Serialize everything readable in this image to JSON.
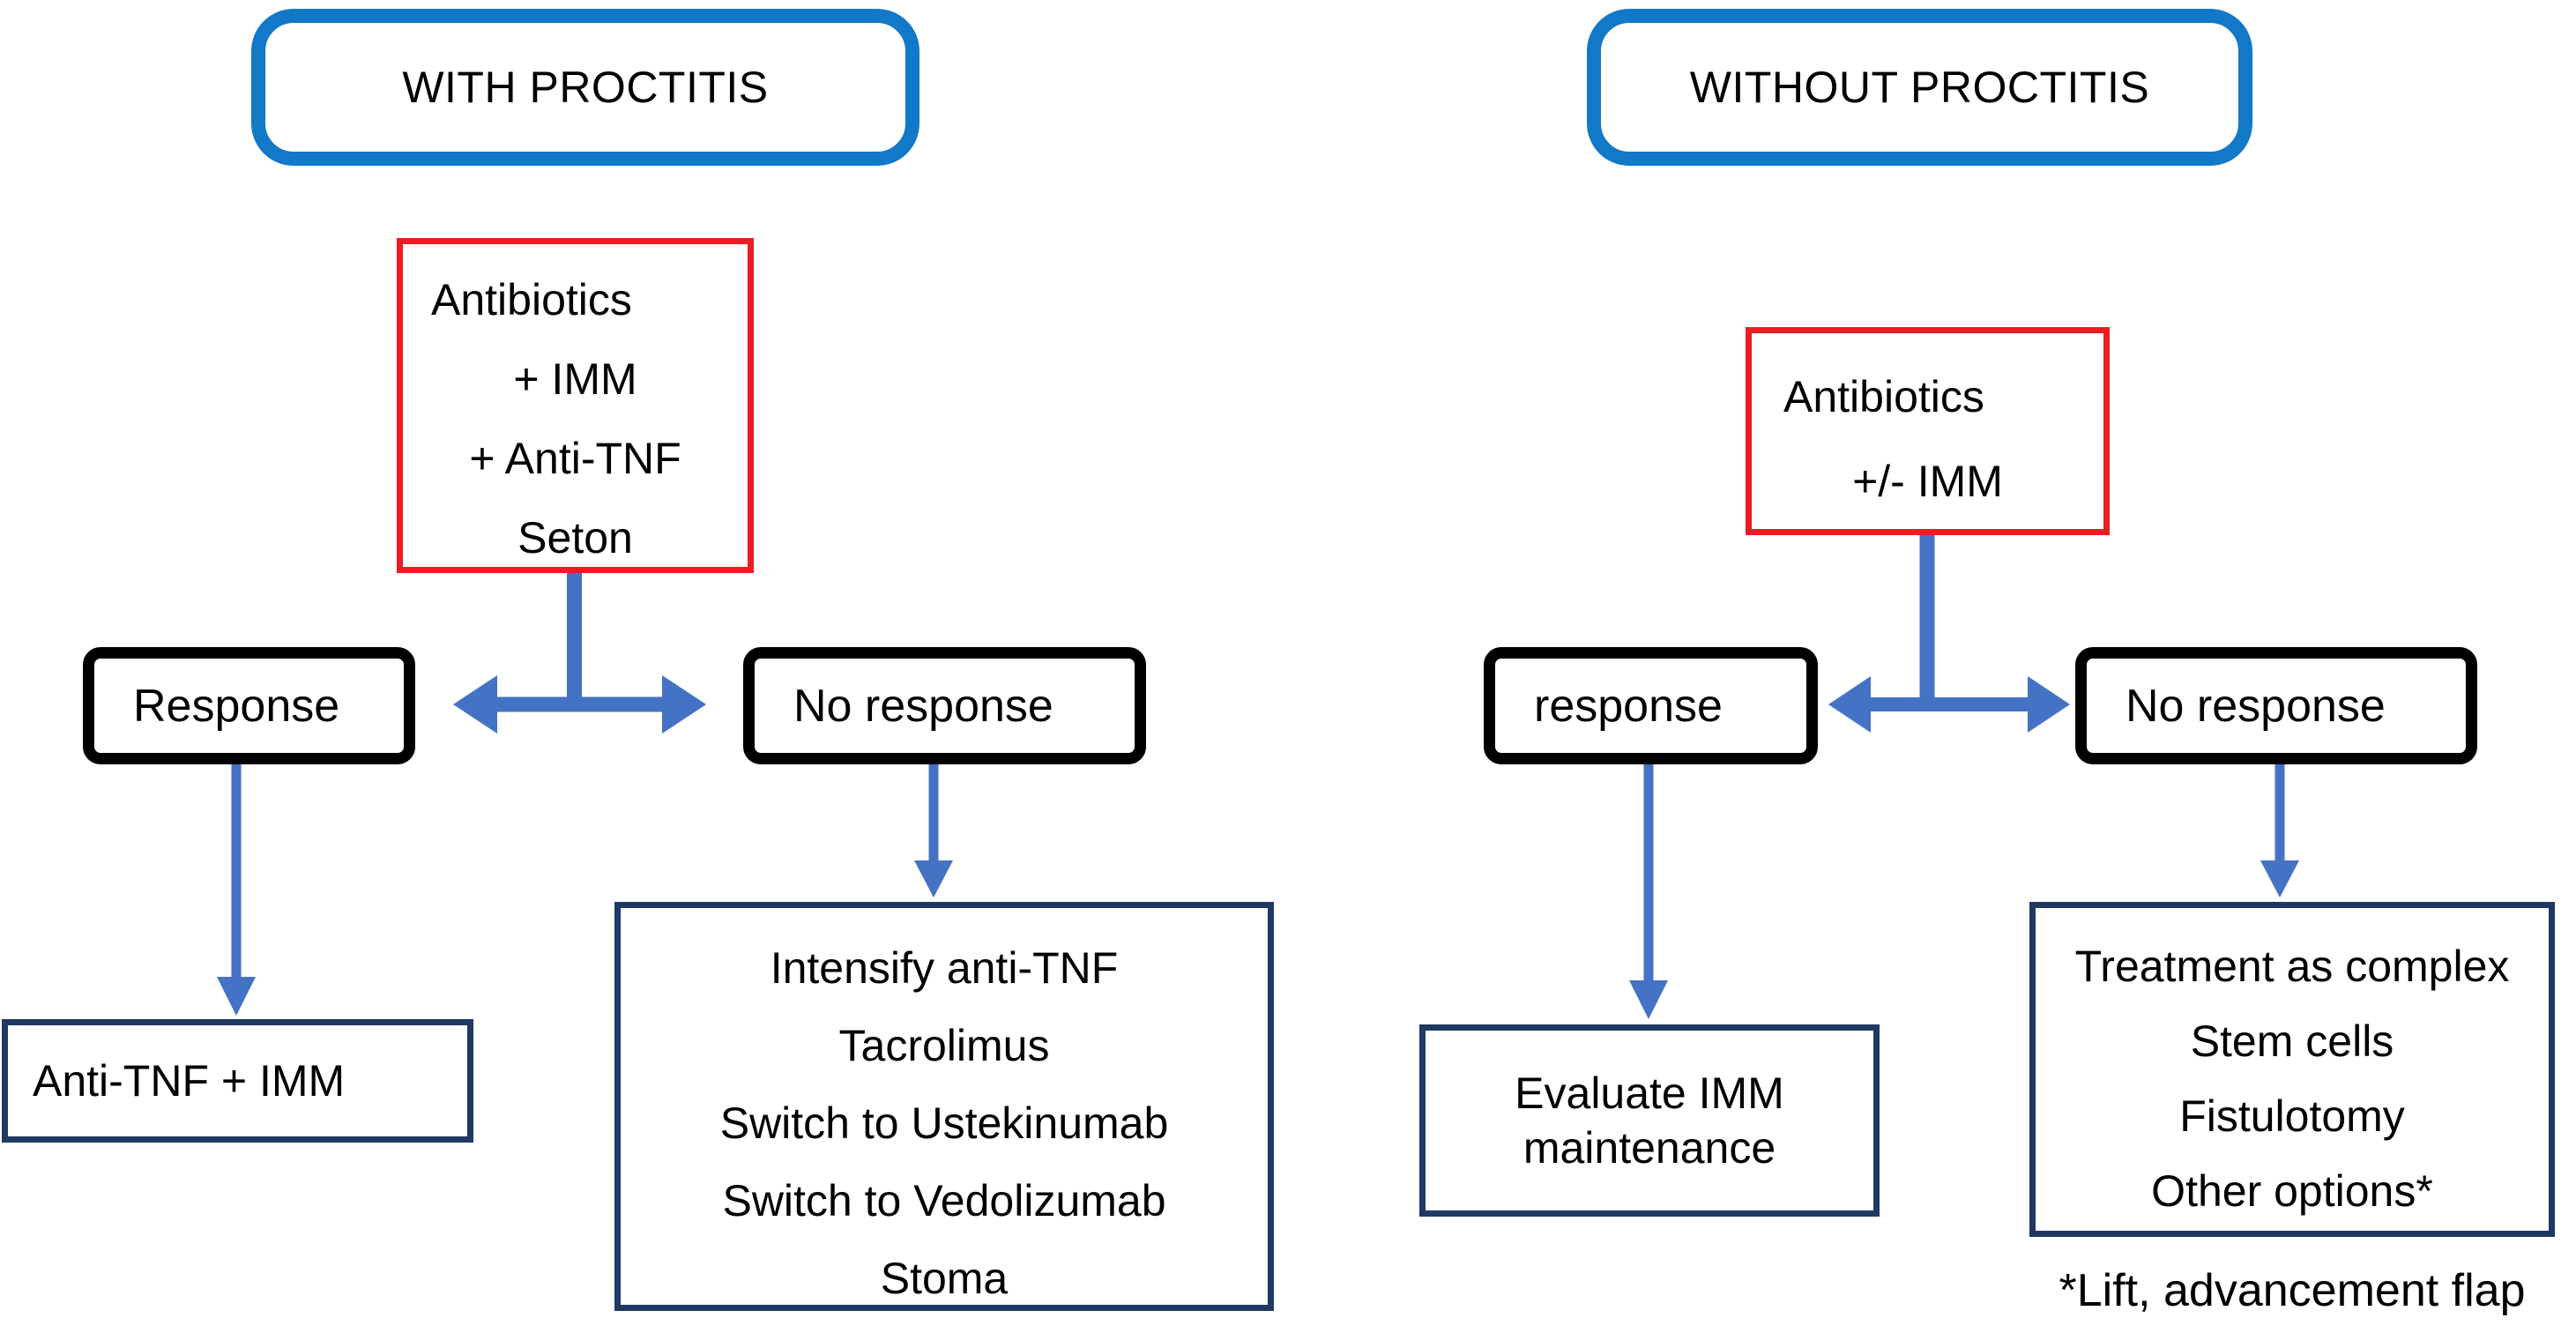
{
  "colors": {
    "header_border": "#1278C8",
    "initial_treatment_border": "#EC1C24",
    "response_border": "#000000",
    "outcome_border": "#1F3864",
    "arrow": "#4472C4"
  },
  "left": {
    "header": "WITH PROCTITIS",
    "initial_treatment": {
      "lines": [
        "Antibiotics",
        "+ IMM",
        "+ Anti-TNF",
        "Seton"
      ]
    },
    "response_label": "Response",
    "no_response_label": "No response",
    "response_outcome": {
      "lines": [
        "Anti-TNF + IMM"
      ]
    },
    "no_response_outcome": {
      "lines": [
        "Intensify anti-TNF",
        "Tacrolimus",
        "Switch to Ustekinumab",
        "Switch to Vedolizumab",
        "Stoma"
      ]
    }
  },
  "right": {
    "header": "WITHOUT PROCTITIS",
    "initial_treatment": {
      "lines": [
        "Antibiotics",
        "+/- IMM"
      ]
    },
    "response_label": "response",
    "no_response_label": "No response",
    "response_outcome": {
      "lines": [
        "Evaluate IMM",
        "maintenance"
      ]
    },
    "no_response_outcome": {
      "lines": [
        "Treatment as complex",
        "Stem cells",
        "Fistulotomy",
        "Other options*"
      ]
    },
    "footnote": "*Lift, advancement flap"
  }
}
